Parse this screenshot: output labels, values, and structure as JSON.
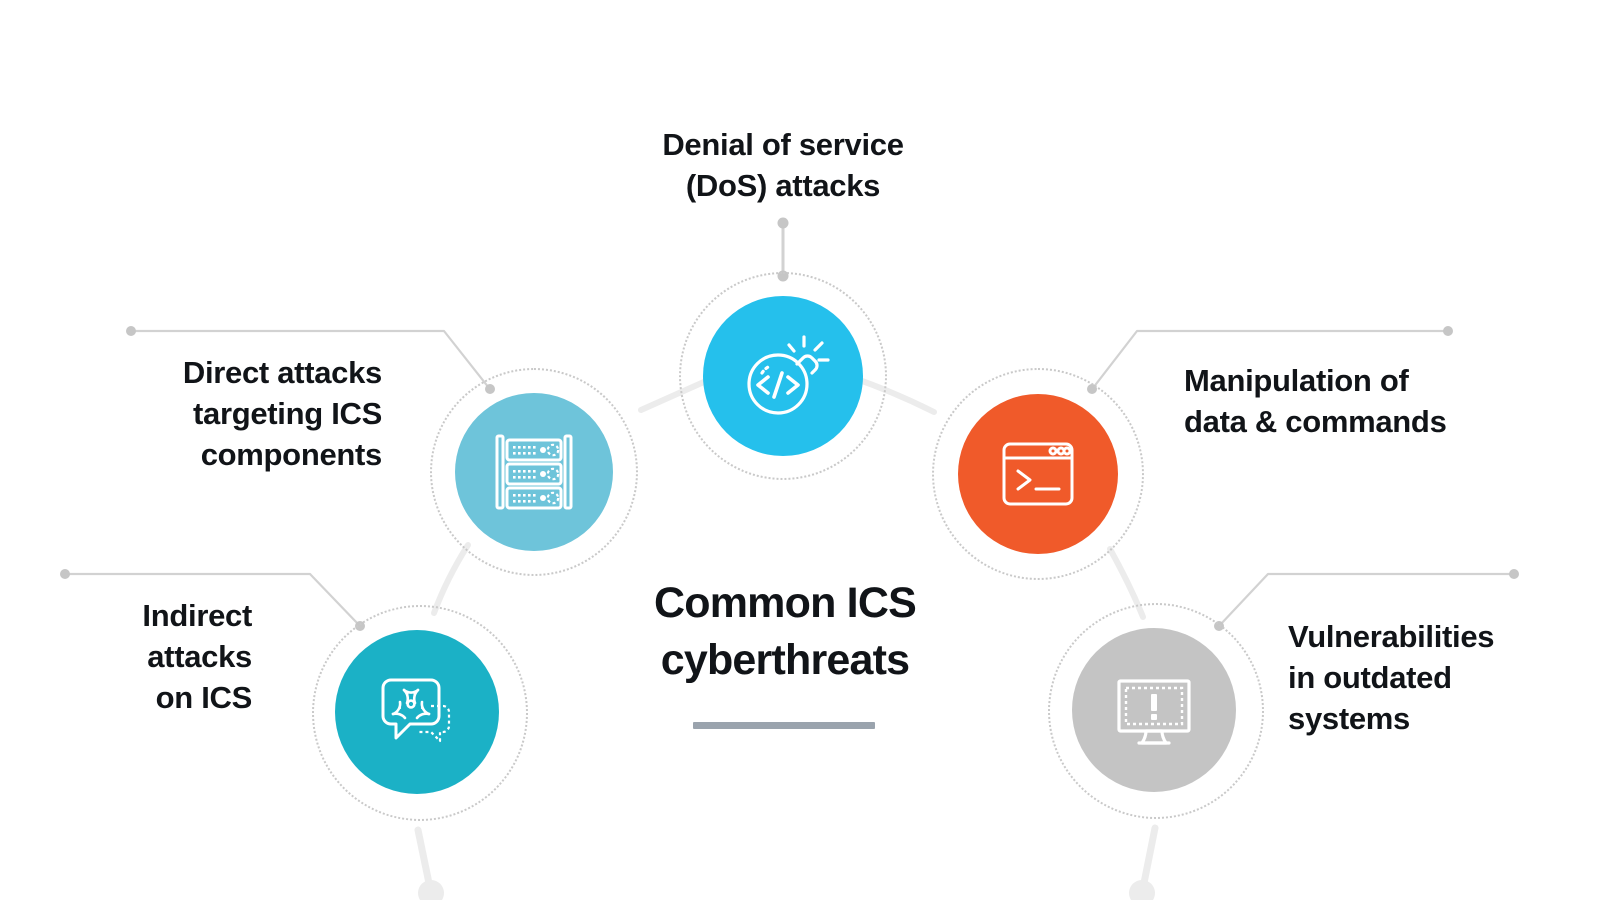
{
  "center": {
    "title_line1": "Common ICS",
    "title_line2": "cyberthreats",
    "rule_color": "#9aa3ad"
  },
  "nodes": [
    {
      "id": "dos",
      "icon": "bomb-code-icon",
      "color": "#25C0EC",
      "label_lines": [
        "Denial of service",
        "(DoS) attacks"
      ],
      "label_align": "center"
    },
    {
      "id": "direct-attacks",
      "icon": "server-rack-icon",
      "color": "#6EC4DA",
      "label_lines": [
        "Direct attacks",
        "targeting ICS",
        "components"
      ],
      "label_align": "right"
    },
    {
      "id": "indirect-attacks",
      "icon": "biohazard-chat-icon",
      "color": "#1BB1C6",
      "label_lines": [
        "Indirect",
        "attacks",
        "on ICS"
      ],
      "label_align": "right"
    },
    {
      "id": "manipulation",
      "icon": "terminal-window-icon",
      "color": "#F05A2A",
      "label_lines": [
        "Manipulation of",
        "data & commands"
      ],
      "label_align": "left"
    },
    {
      "id": "outdated-systems",
      "icon": "monitor-warning-icon",
      "color": "#C4C4C4",
      "label_lines": [
        "Vulnerabilities",
        "in outdated",
        "systems"
      ],
      "label_align": "left"
    }
  ],
  "connectors": {
    "line_color": "#d2d2d2",
    "arc_color": "#ececec",
    "dot_color": "#bdbdbd"
  }
}
